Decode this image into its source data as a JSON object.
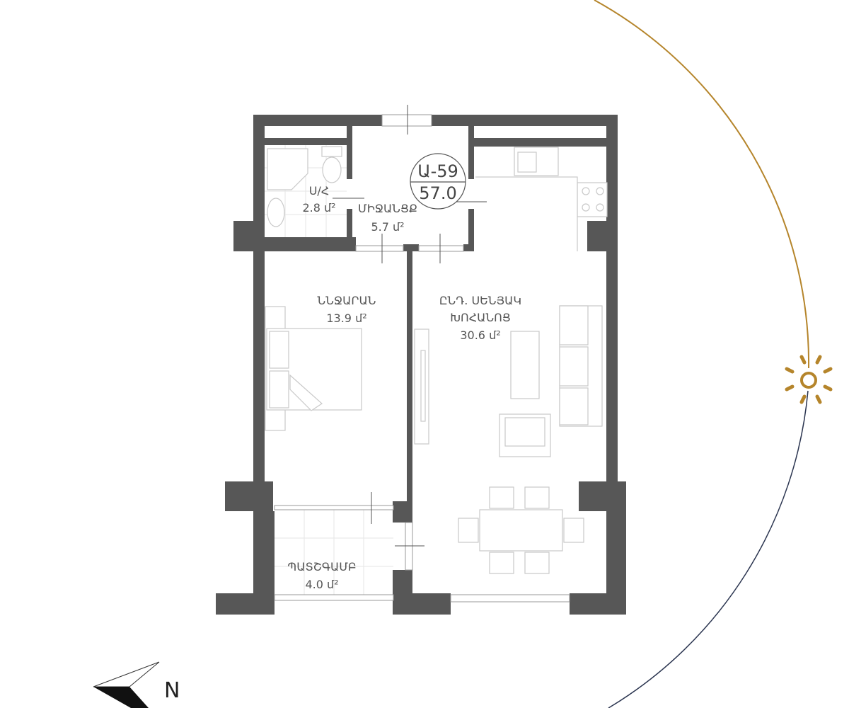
{
  "unit": {
    "code": "Ա-59",
    "area": "57.0"
  },
  "rooms": [
    {
      "name": "Ս/Հ",
      "area": "2.8 մ²"
    },
    {
      "name": "ՄԻՋԱՆՑՔ",
      "area": "5.7 մ²"
    },
    {
      "name": "ՆՆՋԱՐԱՆ",
      "area": "13.9 մ²"
    },
    {
      "name": "ԸՆԴ. ՍԵՆՅԱԿ",
      "name2": "ԽՈՀԱՆՈՑ",
      "area": "30.6 մ²"
    },
    {
      "name": "ՊԱՏՇԳԱՄԲ",
      "area": "4.0 մ²"
    }
  ],
  "compass": {
    "label": "N"
  },
  "colors": {
    "wall": "#575757",
    "sun": "#b5852b",
    "arc_day": "#b5852b",
    "arc_night": "#2b3550"
  }
}
